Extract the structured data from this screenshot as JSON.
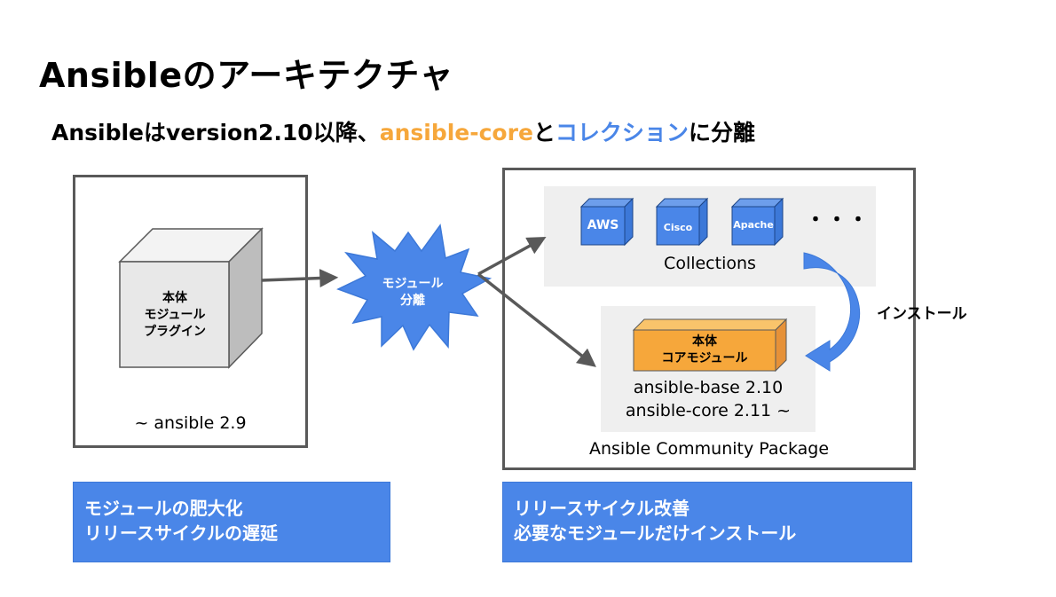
{
  "title": "Ansibleのアーキテクチャ",
  "subtitle": {
    "prefix": "Ansibleはversion2.10以降、",
    "core": "ansible-core",
    "middle": "と",
    "collection": "コレクション",
    "suffix": "に分離"
  },
  "legacy": {
    "cube_lines": [
      "本体",
      "モジュール",
      "プラグイン"
    ],
    "version": "~ ansible 2.9"
  },
  "split_burst": {
    "lines": [
      "モジュール",
      "分離"
    ]
  },
  "collections": {
    "items": [
      "AWS",
      "Cisco",
      "Apache"
    ],
    "ellipsis": "・・・",
    "label": "Collections"
  },
  "install_label": "インストール",
  "core": {
    "lines": [
      "本体",
      "コアモジュール"
    ],
    "version_base": "ansible-base 2.10",
    "version_core": "ansible-core 2.11 ~"
  },
  "package_label": "Ansible Community Package",
  "notes": {
    "left": [
      "モジュールの肥大化",
      "リリースサイクルの遅延"
    ],
    "right": [
      "リリースサイクル改善",
      "必要なモジュールだけインストール"
    ]
  },
  "colors": {
    "accent_blue": "#4a86e8",
    "accent_orange": "#f6a73b",
    "panel_gray": "#efefef",
    "border_gray": "#595959"
  }
}
